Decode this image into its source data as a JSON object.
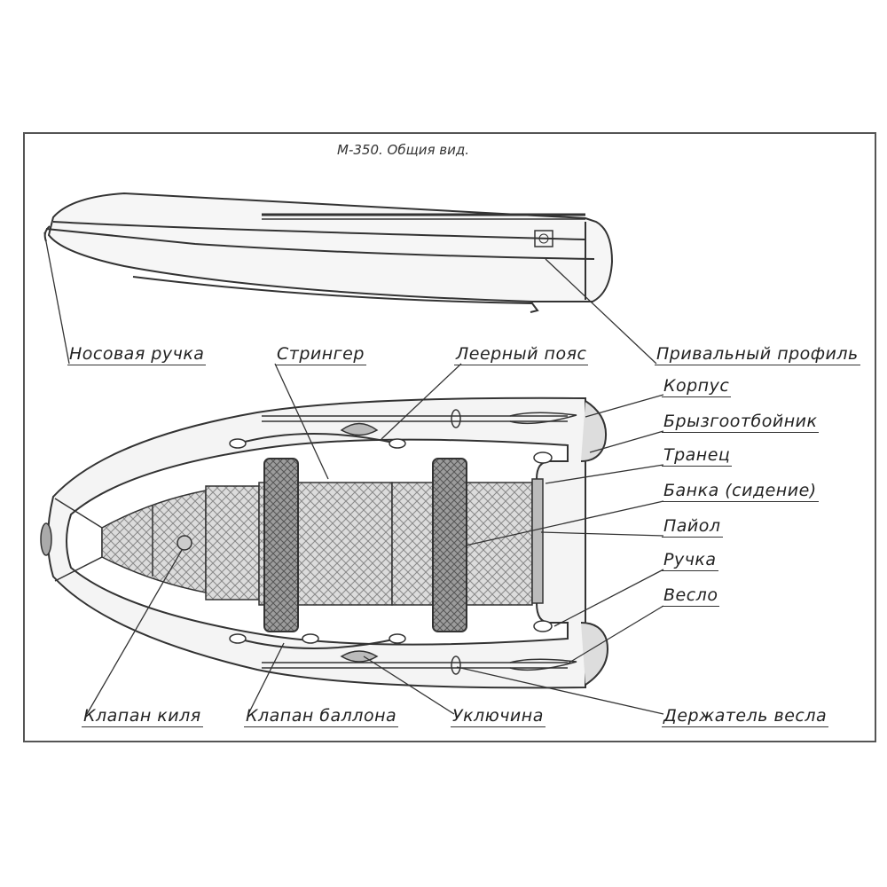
{
  "title": "М-350. Общия вид.",
  "labels": {
    "nose_handle": "Носовая ручка",
    "stringer": "Стрингер",
    "grab_line": "Леерный пояс",
    "fender_profile": "Привальный профиль",
    "hull": "Корпус",
    "spray_guard": "Брызгоотбойник",
    "transom": "Транец",
    "seat": "Банка (сидение)",
    "floor": "Пайол",
    "handle": "Ручка",
    "oar": "Весло",
    "keel_valve": "Клапан киля",
    "tube_valve": "Клапан баллона",
    "oarlock": "Уключина",
    "oar_holder": "Держатель весла"
  },
  "colors": {
    "line": "#333333",
    "hull_fill": "#f2f2f2",
    "floor_fill": "#d9d9d9",
    "seat_fill": "#9a9a9a"
  }
}
